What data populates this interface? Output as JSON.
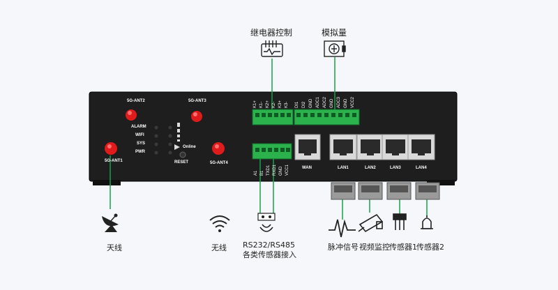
{
  "top_labels": {
    "relay_control": "继电器控制",
    "analog": "模拟量"
  },
  "device": {
    "antennas": [
      "5G-ANT1",
      "5G-ANT2",
      "5G-ANT3",
      "5G-ANT4"
    ],
    "leds": [
      "ALARM",
      "WIFI",
      "SYS",
      "PWR"
    ],
    "online": "Online",
    "reset": "RESET",
    "relay_pins": [
      "K1+",
      "K1-",
      "K2+",
      "K2-",
      "K3+",
      "K3-"
    ],
    "io_pins": [
      "DI1",
      "DI2",
      "GND",
      "ADC1",
      "ADC2",
      "GND",
      "ADC3",
      "GND",
      "VCC2"
    ],
    "serial_pins": [
      "A1",
      "B1",
      "TXD1",
      "RXD1",
      "GND",
      "VCC1"
    ],
    "ports": [
      "WAN",
      "LAN1",
      "LAN2",
      "LAN3",
      "LAN4"
    ]
  },
  "bottom_labels": {
    "antenna": "天线",
    "wireless": "无线",
    "serial_line1": "RS232/RS485",
    "serial_line2": "各类传感器接入",
    "pulse": "脉冲信号",
    "video": "视频监控",
    "sensor1": "传感器1",
    "sensor2": "传感器2"
  },
  "icons": [
    "satellite-dish-icon",
    "wifi-icon",
    "signal-icon",
    "relay-icon",
    "analog-meter-icon",
    "pulse-icon",
    "camera-icon",
    "sensor-icon",
    "bell-sensor-icon"
  ],
  "colors": {
    "accent_green": "#18a14a",
    "terminal_green": "#2bb24c",
    "antenna_red": "#e01b1b",
    "device_body": "#1c1c1c"
  }
}
